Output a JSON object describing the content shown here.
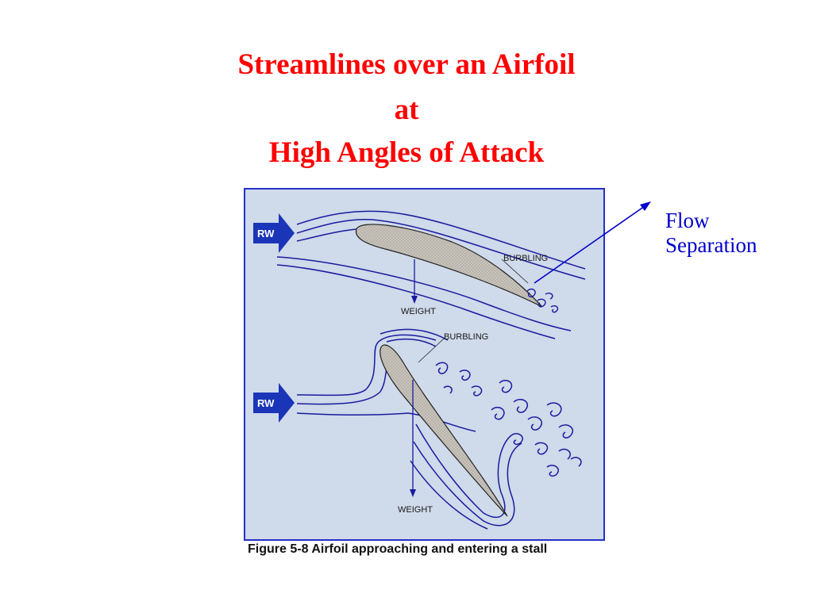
{
  "slide": {
    "title_line1": "Streamlines over an Airfoil",
    "title_line2": "at",
    "title_line3": "High Angles of Attack"
  },
  "callout": {
    "line1": "Flow",
    "line2": "Separation",
    "color": "#0000cc"
  },
  "figure": {
    "caption": "Figure 5-8  Airfoil approaching and entering a stall",
    "wind_label": "RW",
    "upper_panel": {
      "burbling_label": "BURBLING",
      "weight_label": "WEIGHT"
    },
    "lower_panel": {
      "burbling_label": "BURBLING",
      "weight_label": "WEIGHT"
    },
    "colors": {
      "border": "#2430c8",
      "background": "#cfdaea",
      "streamline": "#1a1aa0",
      "airfoil_fill": "#c8c3bb",
      "wind_arrow": "#1a35b8"
    }
  }
}
